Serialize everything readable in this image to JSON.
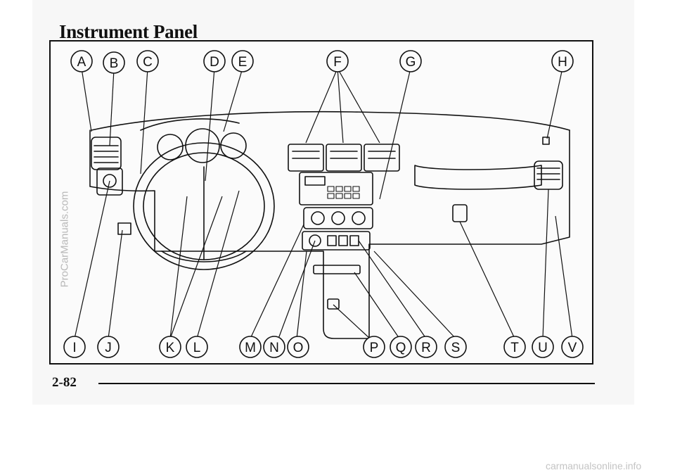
{
  "page": {
    "title": "Instrument Panel",
    "page_number": "2-82"
  },
  "figure": {
    "callouts_top": [
      "A",
      "B",
      "C",
      "D",
      "E",
      "F",
      "G",
      "H"
    ],
    "callouts_bottom": [
      "I",
      "J",
      "K",
      "L",
      "M",
      "N",
      "O",
      "P",
      "Q",
      "R",
      "S",
      "T",
      "U",
      "V"
    ]
  },
  "watermarks": {
    "side": "ProCarManuals.com",
    "bottom": "carmanualsonline.info"
  }
}
